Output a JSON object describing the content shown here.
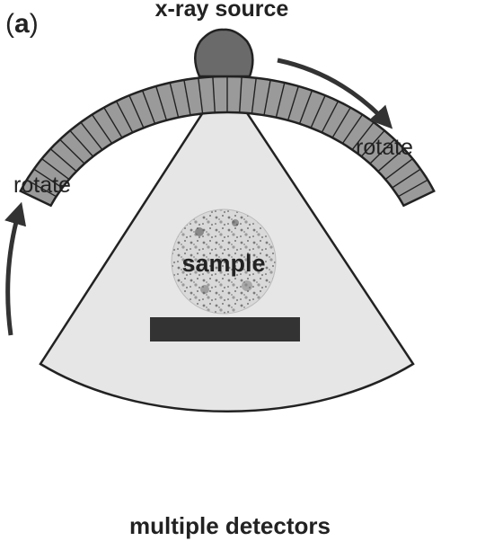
{
  "panel_label": {
    "open": "(",
    "letter": "a",
    "close": ")"
  },
  "labels": {
    "source": "x-ray source",
    "rotate_right": "rotate",
    "rotate_left": "rotate",
    "sample": "sample",
    "detectors": "multiple detectors"
  },
  "detector_count": 36,
  "colors": {
    "beam_fill": "#e6e6e6",
    "outline": "#222222",
    "source_fill": "#6a6a6a",
    "detector_fill": "#9a9a9a",
    "stage_fill": "#333333",
    "arrow": "#333333",
    "text": "#222222"
  },
  "icons": {
    "source": "xray-source-icon",
    "sample": "sample-disc-icon",
    "stage": "sample-stage-icon",
    "detector": "detector-cell-icon",
    "arrow": "curved-arrow-icon"
  }
}
